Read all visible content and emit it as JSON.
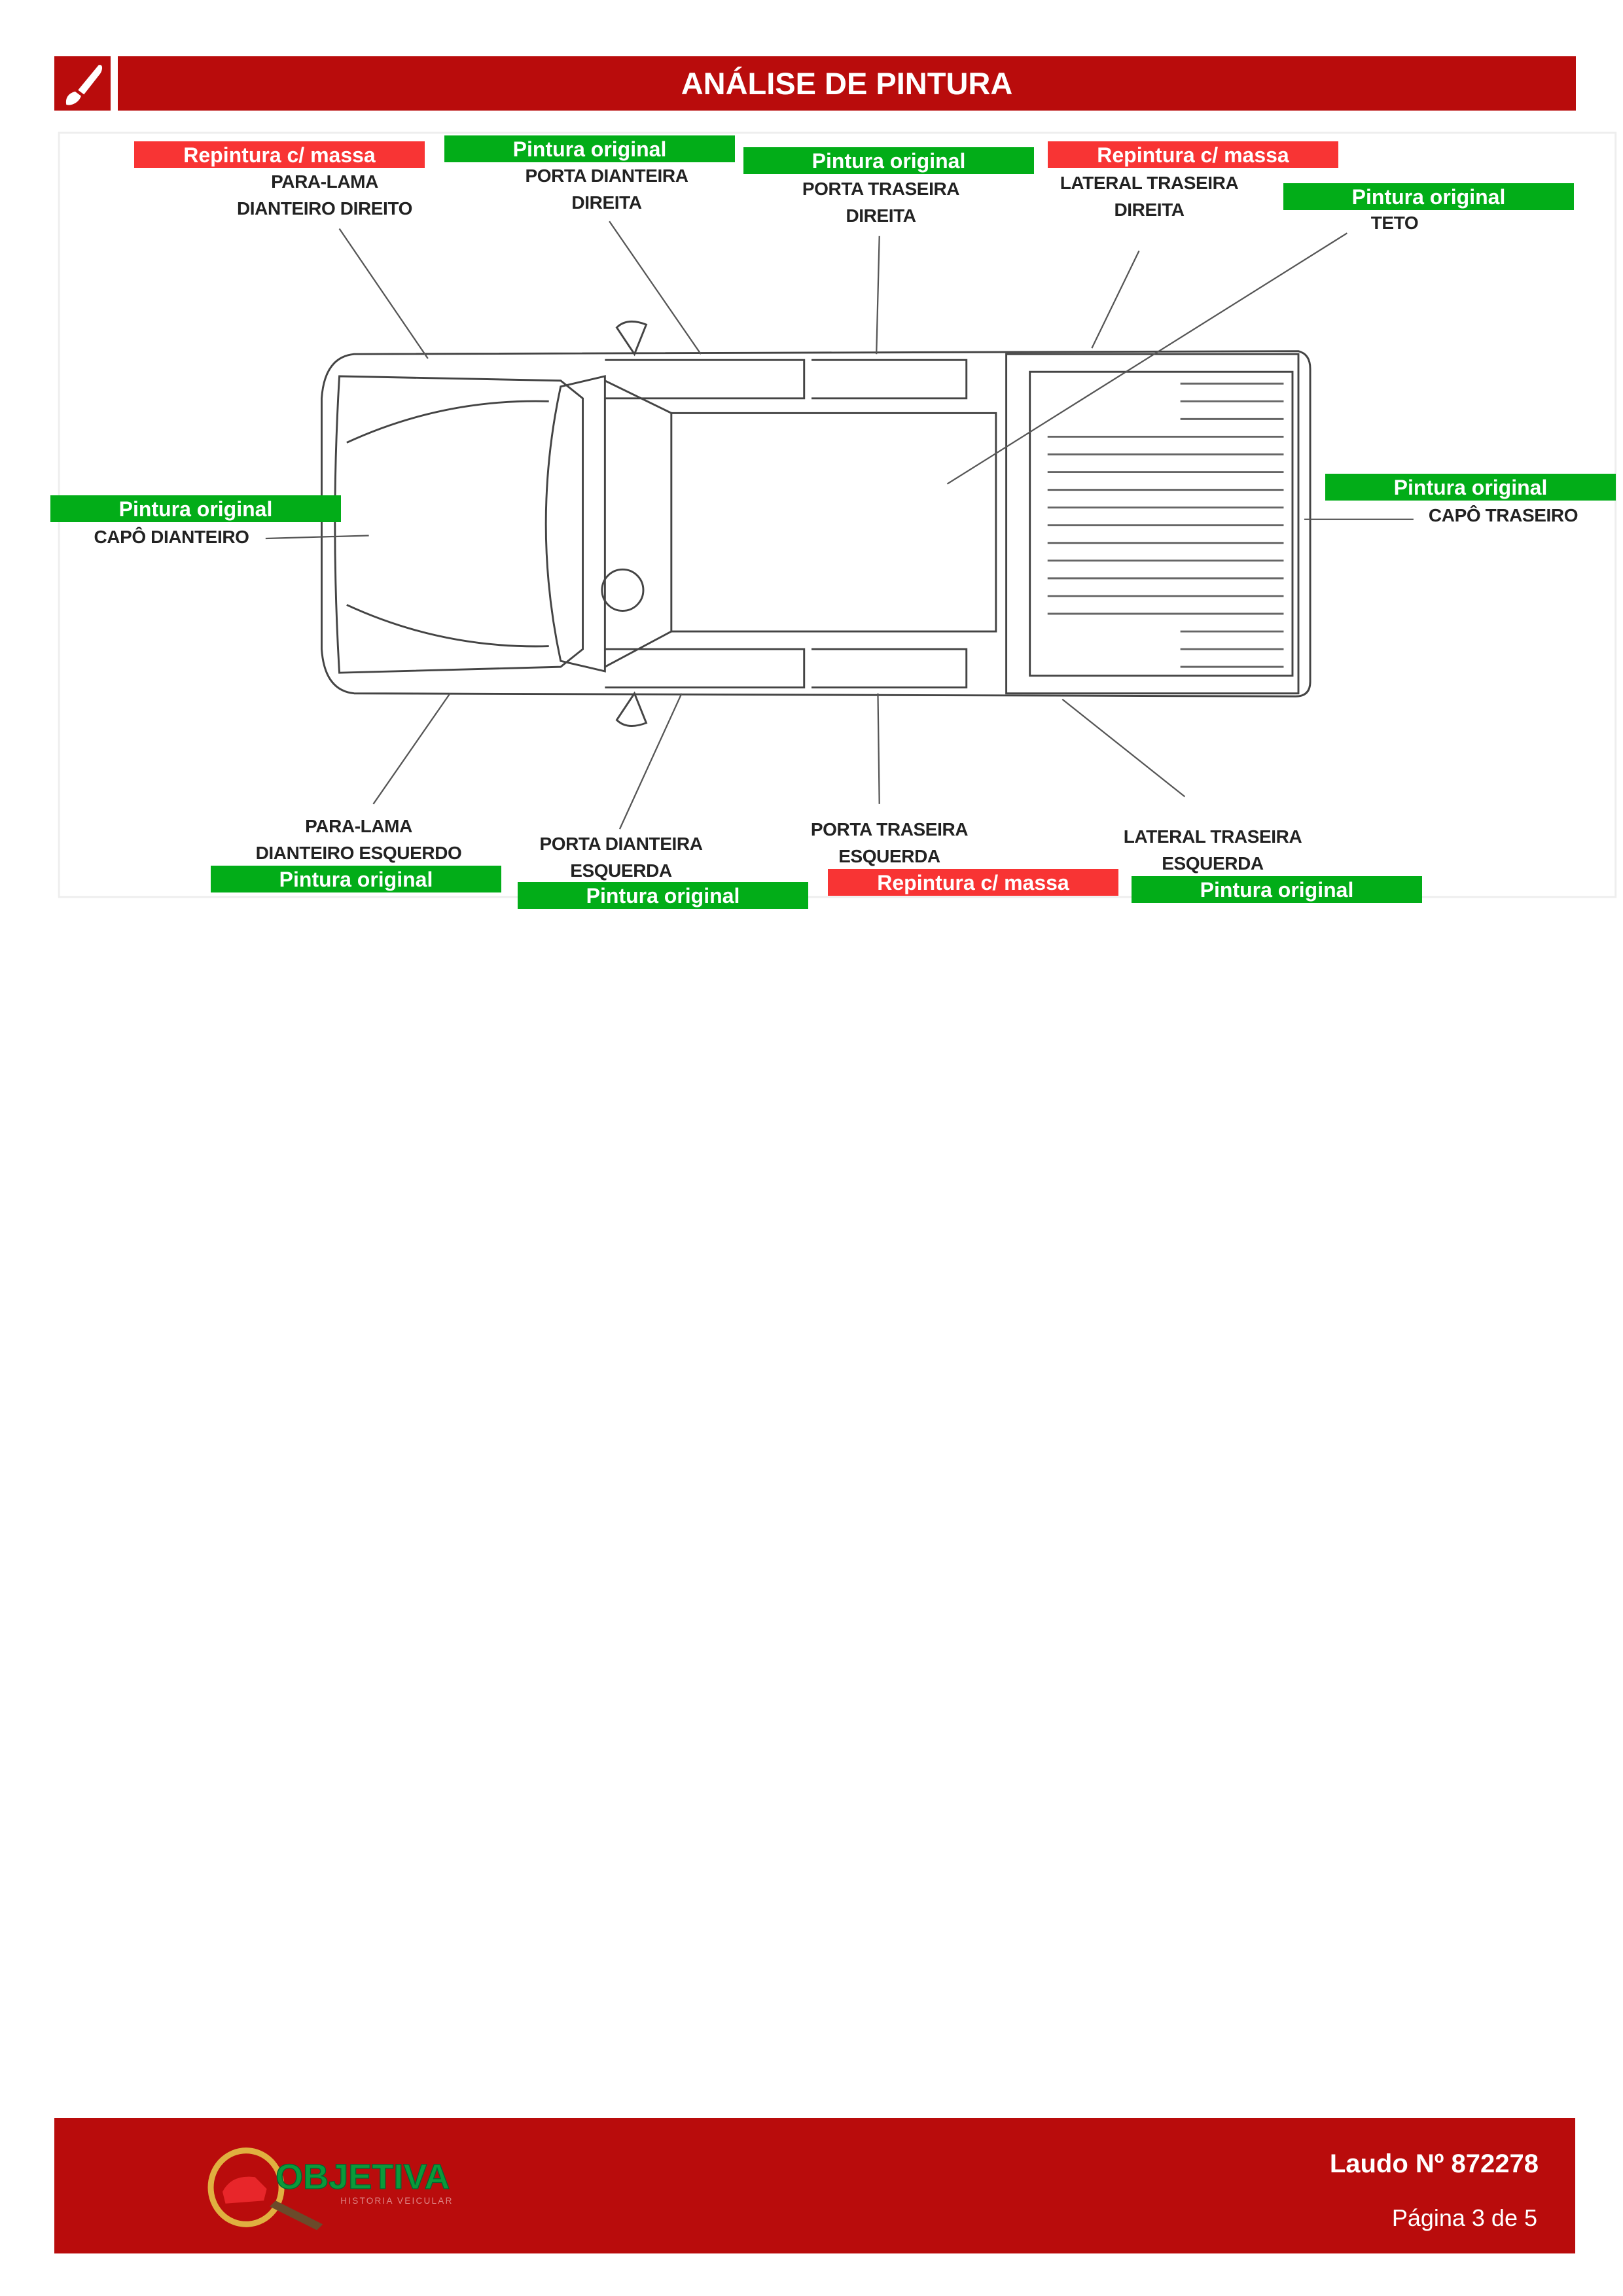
{
  "header": {
    "title": "ANÁLISE DE PINTURA",
    "icon": "paintbrush-icon"
  },
  "colors": {
    "brand": "#b90c0c",
    "repaint": "#f83434",
    "original": "#02ad18"
  },
  "parts": [
    {
      "id": "para-lama-dianteiro-direito",
      "name_lines": [
        "PARA-LAMA",
        "DIANTEIRO DIREITO"
      ],
      "status": "Repintura c/ massa"
    },
    {
      "id": "porta-dianteira-direita",
      "name_lines": [
        "PORTA DIANTEIRA",
        "DIREITA"
      ],
      "status": "Pintura original"
    },
    {
      "id": "porta-traseira-direita",
      "name_lines": [
        "PORTA TRASEIRA",
        "DIREITA"
      ],
      "status": "Pintura original"
    },
    {
      "id": "lateral-traseira-direita",
      "name_lines": [
        "LATERAL TRASEIRA",
        "DIREITA"
      ],
      "status": "Repintura c/ massa"
    },
    {
      "id": "teto",
      "name_lines": [
        "TETO"
      ],
      "status": "Pintura original"
    },
    {
      "id": "capo-dianteiro",
      "name_lines": [
        "CAPÔ DIANTEIRO"
      ],
      "status": "Pintura original"
    },
    {
      "id": "capo-traseiro",
      "name_lines": [
        "CAPÔ TRASEIRO"
      ],
      "status": "Pintura original"
    },
    {
      "id": "para-lama-dianteiro-esquerdo",
      "name_lines": [
        "PARA-LAMA",
        "DIANTEIRO ESQUERDO"
      ],
      "status": "Pintura original"
    },
    {
      "id": "porta-dianteira-esquerda",
      "name_lines": [
        "PORTA DIANTEIRA",
        "ESQUERDA"
      ],
      "status": "Pintura original"
    },
    {
      "id": "porta-traseira-esquerda",
      "name_lines": [
        "PORTA TRASEIRA",
        "ESQUERDA"
      ],
      "status": "Repintura c/ massa"
    },
    {
      "id": "lateral-traseira-esquerda",
      "name_lines": [
        "LATERAL TRASEIRA",
        "ESQUERDA"
      ],
      "status": "Pintura original"
    }
  ],
  "footer": {
    "logo_text": "OBJETIVA",
    "logo_subtitle": "HISTÓRIA VEICULAR",
    "laudo": "Laudo Nº 872278",
    "pagina": "Página 3 de 5"
  }
}
